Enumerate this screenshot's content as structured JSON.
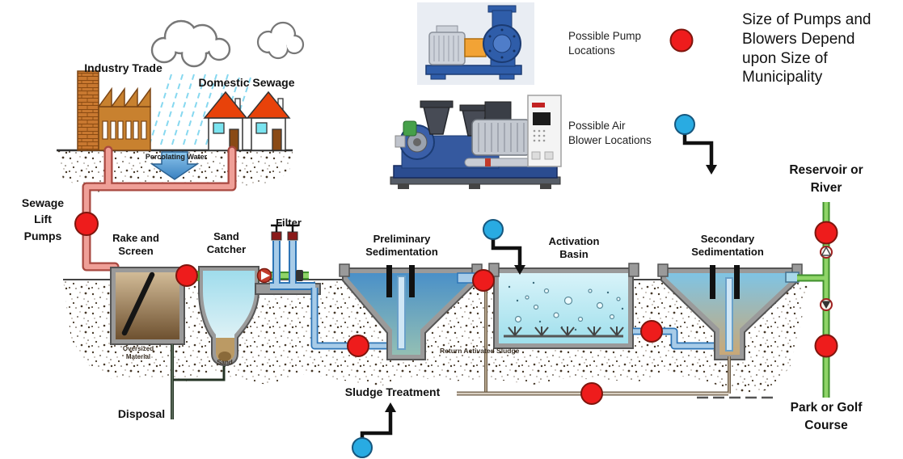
{
  "scene": {
    "industry_trade": "Industry Trade",
    "domestic_sewage": "Domestic Sewage",
    "percolating_water": "Percolating Water"
  },
  "legend": {
    "pump_label": "Possible Pump Locations",
    "blower_label_lines": [
      "Possible Air",
      "Blower Locations"
    ],
    "note": "Size of Pumps and Blowers Depend upon Size of Municipality",
    "pump_color": "#ee1c1c",
    "blower_color": "#29abe2"
  },
  "stages": {
    "sewage_lift_pumps": "Sewage Lift Pumps",
    "rake_and_screen": "Rake and Screen",
    "sand_catcher": "Sand Catcher",
    "filter": "Filter",
    "preliminary_sedimentation": "Preliminary Sedimentation",
    "activation_basin": "Activation Basin",
    "secondary_sedimentation": "Secondary Sedimentation"
  },
  "byproducts": {
    "oversized_material": "Oversized Material",
    "sand": "Sand",
    "disposal": "Disposal",
    "sludge_treatment": "Sludge Treatment",
    "return_activated_sludge": "Return Activated Sludge"
  },
  "destinations": {
    "reservoir_or_river": "Reservoir or River",
    "park_or_golf_course": "Park or Golf Course"
  }
}
